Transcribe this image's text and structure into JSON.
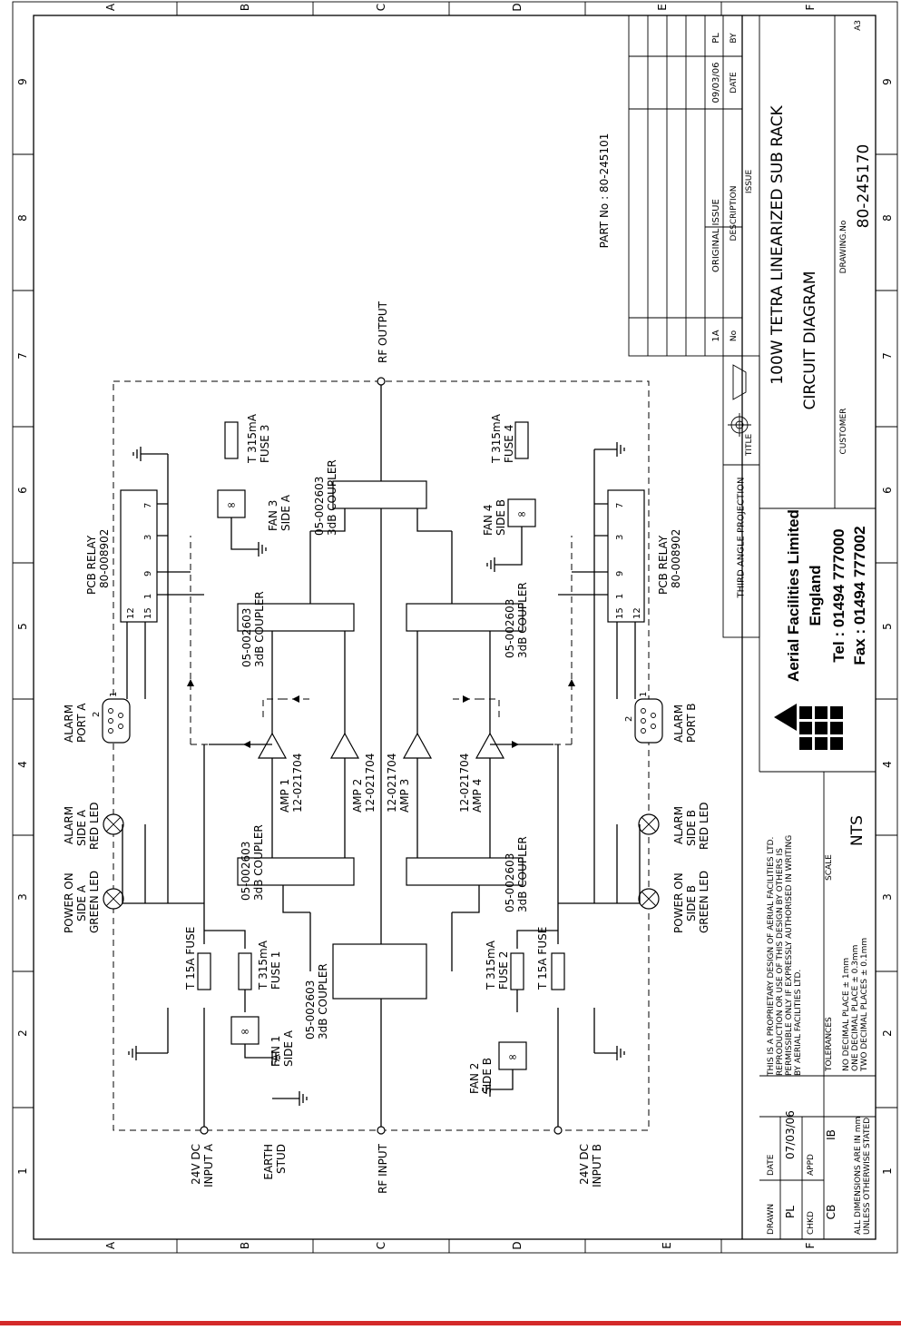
{
  "colors": {
    "bottom_rule": "#d42a2a",
    "ink": "#000000"
  },
  "grid": {
    "rows": [
      "A",
      "B",
      "C",
      "D",
      "E",
      "F"
    ],
    "cols": [
      "9",
      "8",
      "7",
      "6",
      "5",
      "4",
      "3",
      "2",
      "1"
    ]
  },
  "revision": {
    "issue_no": "1A",
    "description": "ORIGINAL ISSUE",
    "date": "09/03/06",
    "by": "PL",
    "col_no": "No",
    "col_description": "DESCRIPTION",
    "col_issue": "ISSUE",
    "col_date": "DATE",
    "col_by": "BY"
  },
  "part_no": "PART No : 80-245101",
  "title_block": {
    "title_label": "TITLE",
    "title": "100W TETRA LINEARIZED SUB RACK",
    "subtitle": "CIRCUIT DIAGRAM",
    "customer_label": "CUSTOMER",
    "drawing_no_label": "DRAWING.No",
    "drawing_no": "80-245170",
    "sheet_size": "A3",
    "projection": "THIRD ANGLE PROJECTION",
    "company": "Aerial Facilities Limited",
    "country": "England",
    "tel": "Tel : 01494 777000",
    "fax": "Fax : 01494 777002",
    "proprietary": [
      "THIS IS A PROPRIETARY DESIGN OF AERIAL FACILITIES LTD.",
      "REPRODUCTION OR USE OF THIS DESIGN BY OTHERS IS",
      "PERMISSIBLE ONLY IF EXPRESSLY AUTHORISED IN WRITING",
      "BY AERIAL FACILITIES LTD."
    ],
    "tolerances_label": "TOLERANCES",
    "tolerances": [
      "NO DECIMAL PLACE ± 1mm",
      "ONE DECIMAL PLACE ± 0.3mm",
      "TWO DECIMAL PLACES ± 0.1mm"
    ],
    "scale_label": "SCALE",
    "scale": "NTS",
    "drawn_label": "DRAWN",
    "drawn": "PL",
    "date_label": "DATE",
    "date": "07/03/06",
    "chkd_label": "CHKD",
    "chkd": "CB",
    "appd_label": "APPD",
    "appd": "IB",
    "dimensions_note": [
      "ALL DIMENSIONS ARE IN mm",
      "UNLESS OTHERWISE STATED"
    ]
  },
  "circuit": {
    "input_a": [
      "24V DC",
      "INPUT A"
    ],
    "input_b": [
      "24V DC",
      "INPUT B"
    ],
    "earth": [
      "EARTH",
      "STUD"
    ],
    "rf_input": "RF INPUT",
    "rf_output": "RF OUTPUT",
    "fuse_15a_a": "T 15A FUSE",
    "fuse_15a_b": "T 15A FUSE",
    "fuse1": [
      "T 315mA",
      "FUSE 1"
    ],
    "fuse2": [
      "T 315mA",
      "FUSE 2"
    ],
    "fuse3": [
      "T 315mA",
      "FUSE 3"
    ],
    "fuse4": [
      "T 315mA",
      "FUSE 4"
    ],
    "fan1": [
      "FAN 1",
      "SIDE A"
    ],
    "fan2": [
      "FAN 2",
      "SIDE B"
    ],
    "fan3": [
      "FAN 3",
      "SIDE A"
    ],
    "fan4": [
      "FAN 4",
      "SIDE B"
    ],
    "coupler_in": [
      "05-002603",
      "3dB COUPLER"
    ],
    "coupler_split_a": [
      "05-002603",
      "3dB COUPLER"
    ],
    "coupler_split_b": [
      "05-002603",
      "3dB COUPLER"
    ],
    "coupler_comb_a": [
      "05-002603",
      "3dB COUPLER"
    ],
    "coupler_comb_b": [
      "05-002603",
      "3dB COUPLER"
    ],
    "coupler_out": [
      "05-002603",
      "3dB COUPLER"
    ],
    "amp1": [
      "AMP 1",
      "12-021704"
    ],
    "amp2": [
      "AMP 2",
      "12-021704"
    ],
    "amp3": [
      "12-021704",
      "AMP 3"
    ],
    "amp4": [
      "12-021704",
      "AMP 4"
    ],
    "power_a": [
      "POWER ON",
      "SIDE A",
      "GREEN LED"
    ],
    "alarm_led_a": [
      "ALARM",
      "SIDE A",
      "RED LED"
    ],
    "power_b": [
      "POWER ON",
      "SIDE B",
      "GREEN LED"
    ],
    "alarm_led_b": [
      "ALARM",
      "SIDE B",
      "RED LED"
    ],
    "alarm_port_a": [
      "ALARM",
      "PORT A"
    ],
    "alarm_port_b": [
      "ALARM",
      "PORT B"
    ],
    "relay_a": [
      "PCB RELAY",
      "80-008902"
    ],
    "relay_b": [
      "PCB RELAY",
      "80-008902"
    ],
    "relay_pins_a": [
      "12",
      "15",
      "1",
      "9",
      "3",
      "7"
    ],
    "relay_pins_b": [
      "15",
      "12",
      "1",
      "9",
      "3",
      "7"
    ],
    "port_pins": [
      "2",
      "1"
    ]
  }
}
